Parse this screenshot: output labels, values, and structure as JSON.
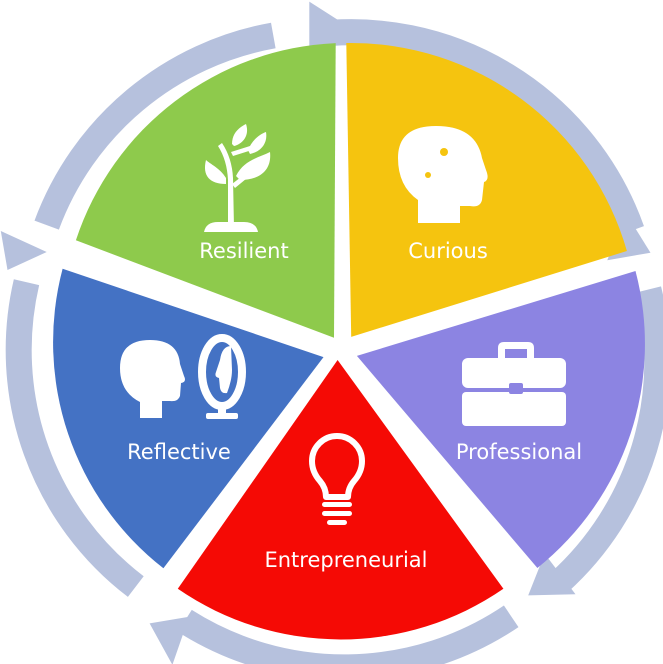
{
  "diagram": {
    "segments": [
      {
        "label": "Curious",
        "icon": "head-gears-icon",
        "color": "#F5C40F"
      },
      {
        "label": "Professional",
        "icon": "briefcase-icon",
        "color": "#8C84E2"
      },
      {
        "label": "Entrepreneurial",
        "icon": "lightbulb-icon",
        "color": "#F50A05"
      },
      {
        "label": "Reflective",
        "icon": "head-mirror-icon",
        "color": "#4472C4"
      },
      {
        "label": "Resilient",
        "icon": "plant-icon",
        "color": "#8ECA4C"
      }
    ],
    "ring_color": "#B6C1DD",
    "icon_color": "#ffffff"
  }
}
